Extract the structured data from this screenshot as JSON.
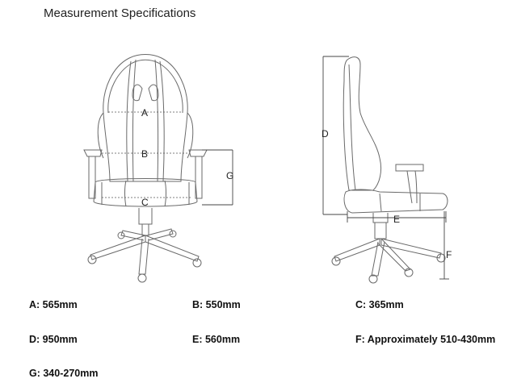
{
  "title": "Measurement Specifications",
  "labels": {
    "a": "A",
    "b": "B",
    "c": "C",
    "d": "D",
    "e": "E",
    "f": "F",
    "g": "G"
  },
  "specs": [
    {
      "text": "A: 565mm"
    },
    {
      "text": "B: 550mm"
    },
    {
      "text": "C: 365mm"
    },
    {
      "text": "D: 950mm"
    },
    {
      "text": "E: 560mm"
    },
    {
      "text": "F: Approximately 510-430mm"
    },
    {
      "text": "G: 340-270mm"
    }
  ]
}
